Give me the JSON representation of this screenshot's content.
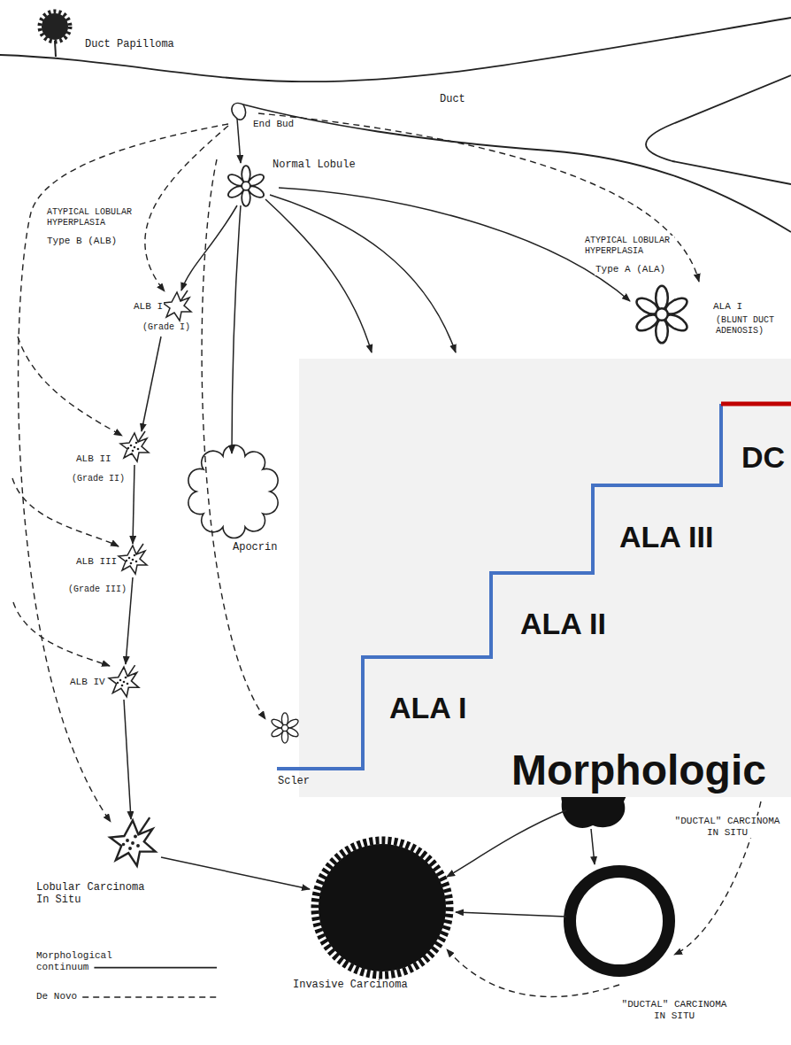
{
  "diagram": {
    "nodes": [
      {
        "text": [
          "ALA I",
          "ALA II",
          "ALA III",
          "DC",
          "Morphologic"
        ]
      }
    ],
    "labels": [
      "Duct Papilloma",
      "Duct",
      "End Bud",
      "Normal Lobule",
      "ATYPICAL LOBULAR HYPERPLASIA",
      "Type B (ALB)",
      "ATYPICAL LOBULAR HYPERPLASIA",
      "Type A (ALA)",
      "ALA I",
      "(BLUNT DUCT ADENOSIS)",
      "ALB I",
      "(Grade I)",
      "ALB II",
      "(Grade II)",
      "Apocrin",
      "ALB III",
      "(Grade III)",
      "ALB IV",
      "Scler",
      "\"DUCTAL\" CARCINOMA IN SITU",
      "Lobular Carcinoma In Situ",
      "Invasive Carcinoma",
      "\"DUCTAL\" CARCINOMA IN SITU"
    ],
    "legend": [
      {
        "text": "Morphological continuum"
      },
      {
        "text": "De Novo"
      }
    ]
  }
}
